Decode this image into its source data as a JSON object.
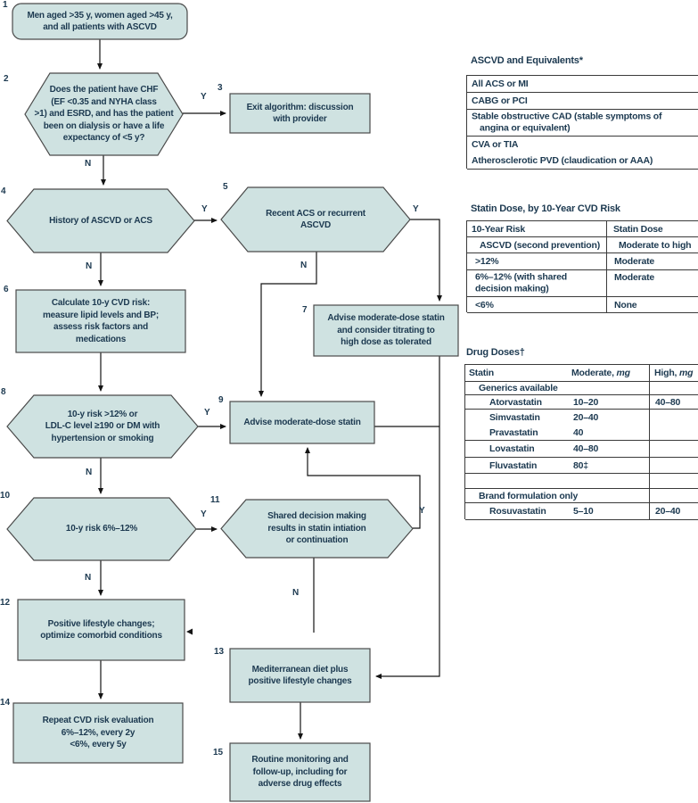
{
  "colors": {
    "node_fill": "#cfe2e1",
    "node_border": "#4a4a4a",
    "text": "#1c3950",
    "line": "#141414",
    "rule": "#3a3a3a"
  },
  "nodes": {
    "n1": {
      "num": "1",
      "text": "Men aged >35 y, women aged >45 y,\nand all patients with ASCVD"
    },
    "n2": {
      "num": "2",
      "text": "Does the patient have CHF\n(EF <0.35 and NYHA class\n>1) and ESRD, and has the patient\nbeen on dialysis or have a life\nexpectancy of <5 y?"
    },
    "n3": {
      "num": "3",
      "text": "Exit algorithm: discussion\nwith provider"
    },
    "n4": {
      "num": "4",
      "text": "History of ASCVD or ACS"
    },
    "n5": {
      "num": "5",
      "text": "Recent ACS or recurrent\nASCVD"
    },
    "n6": {
      "num": "6",
      "text": "Calculate 10-y CVD risk:\nmeasure lipid levels and BP;\nassess risk factors and\nmedications"
    },
    "n7": {
      "num": "7",
      "text": "Advise moderate-dose statin\nand consider titrating to\nhigh dose as tolerated"
    },
    "n8": {
      "num": "8",
      "text": "10-y risk >12% or\nLDL-C level ≥190 or DM with\nhypertension or smoking"
    },
    "n9": {
      "num": "9",
      "text": "Advise moderate-dose statin"
    },
    "n10": {
      "num": "10",
      "text": "10-y risk 6%–12%"
    },
    "n11": {
      "num": "11",
      "text": "Shared decision making\nresults in statin intiation\nor continuation"
    },
    "n12": {
      "num": "12",
      "text": "Positive lifestyle changes;\noptimize comorbid conditions"
    },
    "n13": {
      "num": "13",
      "text": "Mediterranean diet plus\npositive lifestyle changes"
    },
    "n14": {
      "num": "14",
      "text": "Repeat CVD risk evaluation\n6%–12%, every 2y\n<6%, every 5y"
    },
    "n15": {
      "num": "15",
      "text": "Routine monitoring and\nfollow-up, including for\nadverse drug effects"
    }
  },
  "edge_labels": {
    "y_2_3": "Y",
    "n_2_4": "N",
    "y_4_5": "Y",
    "n_4_6": "N",
    "y_5_7": "Y",
    "n_5_9": "N",
    "y_8_9": "Y",
    "n_8_10": "N",
    "y_10_11": "Y",
    "n_10_12": "N",
    "y_11_9": "Y",
    "n_11_12": "N"
  },
  "tables": {
    "equivalents": {
      "title": "ASCVD and Equivalents*",
      "rows": {
        "r1": "All ACS or MI",
        "r2": "CABG or PCI",
        "r3a": "Stable obstructive CAD (stable symptoms of",
        "r3b": "angina or equivalent)",
        "r4": "CVA or TIA",
        "r5": "Atherosclerotic PVD (claudication or AAA)"
      }
    },
    "statin_dose": {
      "title": "Statin Dose, by 10-Year CVD Risk",
      "headers": {
        "risk": "10-Year Risk",
        "dose": "Statin Dose"
      },
      "rows": {
        "r1": {
          "risk": "ASCVD (second prevention)",
          "dose": "Moderate to high"
        },
        "r2": {
          "risk": ">12%",
          "dose": "Moderate"
        },
        "r3a": "6%–12% (with shared",
        "r3b": "decision making)",
        "r3dose": "Moderate",
        "r4": {
          "risk": "<6%",
          "dose": "None"
        }
      }
    },
    "drug_doses": {
      "title": "Drug Doses†",
      "headers": {
        "statin": "Statin",
        "moderate_label": "Moderate, ",
        "moderate_unit": "mg",
        "high_label": "High, ",
        "high_unit": "mg"
      },
      "rows": {
        "generics_header": "Generics available",
        "atorvastatin": {
          "name": "Atorvastatin",
          "moderate": "10–20",
          "high": "40–80"
        },
        "simvastatin": {
          "name": "Simvastatin",
          "moderate": "20–40",
          "high": ""
        },
        "pravastatin": {
          "name": "Pravastatin",
          "moderate": "40",
          "high": ""
        },
        "lovastatin": {
          "name": "Lovastatin",
          "moderate": "40–80",
          "high": ""
        },
        "fluvastatin": {
          "name": "Fluvastatin",
          "moderate": "80‡",
          "high": ""
        },
        "brand_header": "Brand formulation only",
        "rosuvastatin": {
          "name": "Rosuvastatin",
          "moderate": "5–10",
          "high": "20–40"
        }
      }
    }
  }
}
